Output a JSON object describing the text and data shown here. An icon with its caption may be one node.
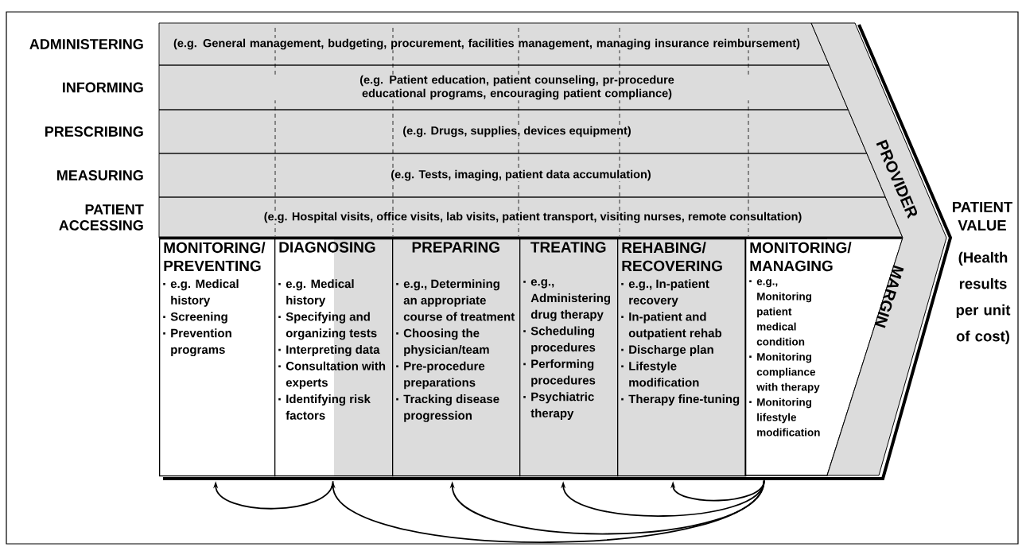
{
  "diagram": {
    "nodes": [
      {
        "text": [
          "ADMINISTERING",
          "(e.g. General management, budgeting, procurement, facilities management, managing insurance reimbursement)"
        ]
      },
      {
        "text": [
          "INFORMING",
          "(e.g. Patient education, patient counseling, pr-procedure educational programs, encouraging patient compliance)"
        ]
      },
      {
        "text": [
          "PRESCRIBING",
          "(e.g. Drugs, supplies, devices equipment)"
        ]
      },
      {
        "text": [
          "MEASURING",
          "(e.g. Tests, imaging, patient data accumulation)"
        ]
      },
      {
        "text": [
          "PATIENT ACCESSING",
          "(e.g. Hospital visits, office visits, lab visits, patient transport, visiting nurses, remote consultation)"
        ]
      },
      {
        "text": [
          "MONITORING/ PREVENTING",
          "e.g. Medical history",
          "Screening",
          "Prevention programs"
        ]
      },
      {
        "text": [
          "DIAGNOSING",
          "e.g. Medical history",
          "Specifying and organizing tests",
          "Interpreting data",
          "Consultation with experts",
          "Identifying risk factors"
        ]
      },
      {
        "text": [
          "PREPARING",
          "e.g., Determining an appropriate course of treatment",
          "Choosing the physician/team",
          "Pre-procedure preparations",
          "Tracking disease progression"
        ]
      },
      {
        "text": [
          "TREATING",
          "e.g., Administering drug therapy",
          "Scheduling procedures",
          "Performing procedures",
          "Psychiatric therapy"
        ]
      },
      {
        "text": [
          "REHABING/ RECOVERING",
          "e.g., In-patient recovery",
          "In-patient and outpatient rehab",
          "Discharge plan",
          "Lifestyle modification",
          "Therapy fine-tuning"
        ]
      },
      {
        "text": [
          "MONITORING/ MANAGING",
          "e.g., Monitoring patient medical condition",
          "Monitoring compliance with therapy",
          "Monitoring lifestyle modification"
        ]
      },
      {
        "text": [
          "PROVIDER",
          "MARGIN"
        ]
      }
    ],
    "edges": [
      {
        "from": 6,
        "to": 5,
        "arrow": "to"
      },
      {
        "from": 10,
        "to": 6,
        "arrow": "to"
      },
      {
        "from": 10,
        "to": 7,
        "arrow": "to"
      },
      {
        "from": 10,
        "to": 8,
        "arrow": "to"
      },
      {
        "from": 10,
        "to": 9,
        "arrow": "to"
      }
    ],
    "labels": [
      "PATIENT VALUE",
      "(Health results per unit of cost)"
    ]
  }
}
